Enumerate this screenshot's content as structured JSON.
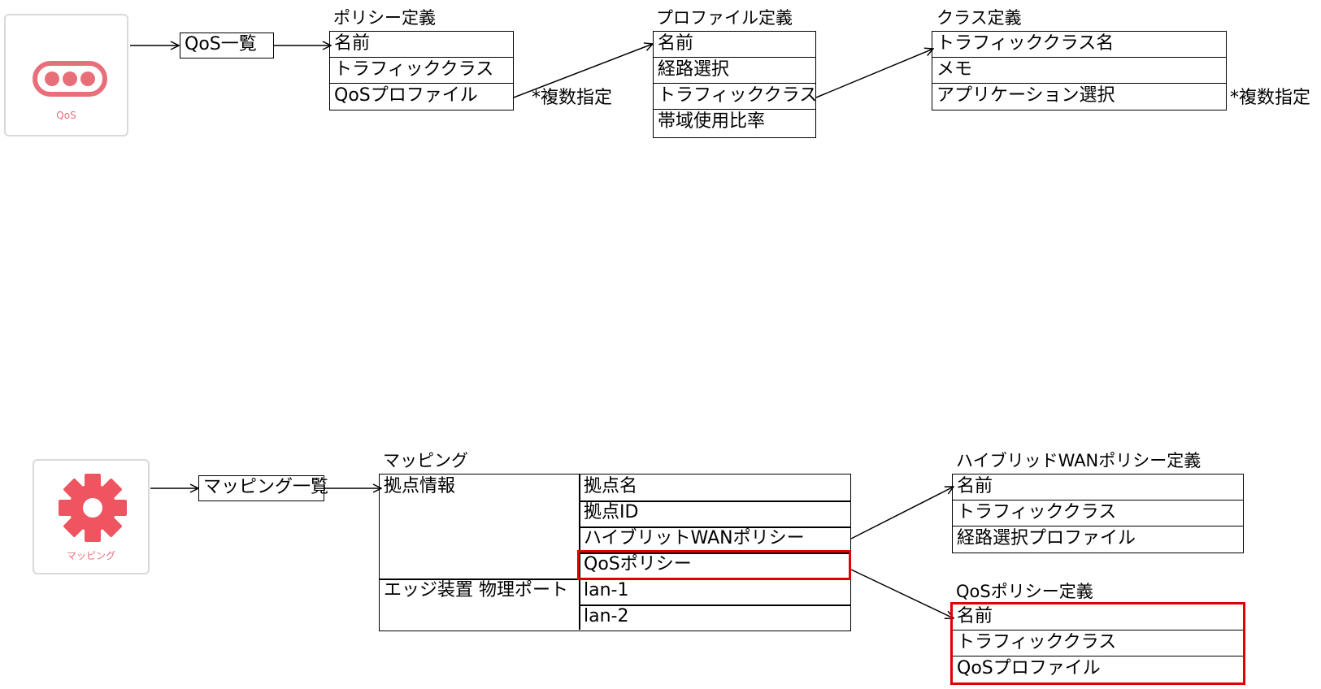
{
  "qos_section": {
    "app_tile": {
      "label": "QoS",
      "icon": "traffic-dots-icon",
      "color": "#e86f7a"
    },
    "list_box": "QoS一覧",
    "policy_def": {
      "title": "ポリシー定義",
      "rows": [
        "名前",
        "トラフィッククラス",
        "QoSプロファイル"
      ],
      "note": "*複数指定"
    },
    "profile_def": {
      "title": "プロファイル定義",
      "rows": [
        "名前",
        "経路選択",
        "トラフィッククラス",
        "帯域使用比率"
      ]
    },
    "class_def": {
      "title": "クラス定義",
      "rows": [
        "トラフィッククラス名",
        "メモ",
        "アプリケーション選択"
      ],
      "note": "*複数指定"
    }
  },
  "mapping_section": {
    "app_tile": {
      "label": "マッピング",
      "icon": "gear-icon",
      "color": "#ee5561"
    },
    "list_box": "マッピング一覧",
    "mapping": {
      "title": "マッピング",
      "groups": [
        {
          "label": "拠点情報",
          "items": [
            "拠点名",
            "拠点ID",
            "ハイブリットWANポリシー",
            "QoSポリシー"
          ]
        },
        {
          "label": "エッジ装置 物理ポート",
          "items": [
            "lan-1",
            "lan-2"
          ]
        }
      ]
    },
    "hybrid_wan_def": {
      "title": "ハイブリッドWANポリシー定義",
      "rows": [
        "名前",
        "トラフィッククラス",
        "経路選択プロファイル"
      ]
    },
    "qos_policy_def": {
      "title": "QoSポリシー定義",
      "rows": [
        "名前",
        "トラフィッククラス",
        "QoSプロファイル"
      ]
    }
  },
  "highlight_color": "#e00000"
}
